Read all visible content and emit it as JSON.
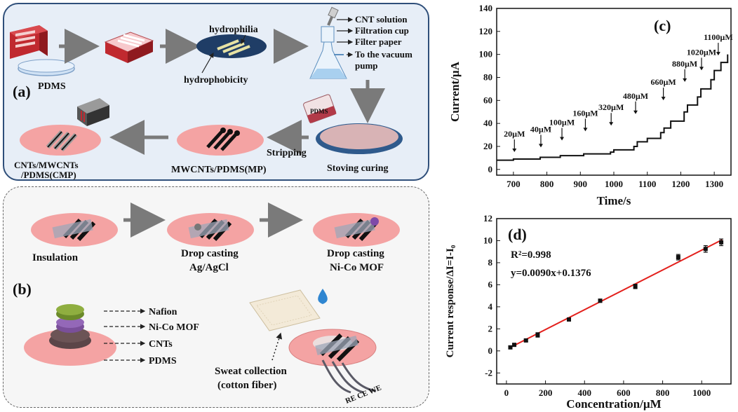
{
  "panel_a": {
    "tag": "(a)",
    "pdms": "PDMS",
    "hydrophilia": "hydrophilia",
    "hydrophobicity": "hydrophobicity",
    "legend": [
      "CNT solution",
      "Filtration cup",
      "Filter paper",
      "To the vacuum",
      "pump"
    ],
    "pdms_cup": "PDMS",
    "stoving": "Stoving curing",
    "stripping": "Stripping",
    "mp": "MWCNTs/PDMS(MP)",
    "cmp_line1": "CNTs/MWCNTs",
    "cmp_line2": "/PDMS(CMP)"
  },
  "panel_b": {
    "tag": "(b)",
    "step1": "Insulation",
    "step2_line1": "Drop casting",
    "step2_line2": "Ag/AgCl",
    "step3_line1": "Drop casting",
    "step3_line2": "Ni-Co MOF",
    "layers": [
      "Nafion",
      "Ni-Co MOF",
      "CNTs",
      "PDMS"
    ],
    "sweat_line1": "Sweat collection",
    "sweat_line2": "(cotton fiber)",
    "electrodes": "RE CE WE"
  },
  "colors": {
    "pink": "#f4a3a3",
    "red_brick": "#c0292f",
    "fit_line": "#e3201c",
    "panel_a_bg": "#e7eef7",
    "dark_blue_disc": "#1f3d66"
  },
  "chart_data": [
    {
      "type": "line",
      "tag": "(c)",
      "xlabel": "Time/s",
      "ylabel": "Current/µA",
      "xlim": [
        650,
        1350
      ],
      "ylim": [
        -5,
        140
      ],
      "xticks": [
        700,
        800,
        900,
        1000,
        1100,
        1200,
        1300
      ],
      "yticks": [
        0,
        20,
        40,
        60,
        80,
        100,
        120,
        140
      ],
      "x": [
        650,
        700,
        780,
        840,
        910,
        990,
        1000,
        1060,
        1070,
        1100,
        1140,
        1150,
        1170,
        1210,
        1220,
        1250,
        1260,
        1290,
        1300,
        1320,
        1340
      ],
      "y": [
        8,
        9,
        10.5,
        12,
        13.5,
        15,
        17,
        20,
        24,
        27,
        32,
        36,
        42,
        50,
        56,
        63,
        70,
        78,
        86,
        93,
        100
      ],
      "annotations": [
        {
          "label": "20µM",
          "x": 703,
          "y": 20
        },
        {
          "label": "40µM",
          "x": 782,
          "y": 24
        },
        {
          "label": "100µM",
          "x": 845,
          "y": 30
        },
        {
          "label": "160µM",
          "x": 915,
          "y": 38
        },
        {
          "label": "320µM",
          "x": 992,
          "y": 43
        },
        {
          "label": "480µM",
          "x": 1065,
          "y": 53
        },
        {
          "label": "660µM",
          "x": 1148,
          "y": 65
        },
        {
          "label": "880µM",
          "x": 1212,
          "y": 81
        },
        {
          "label": "1020µM",
          "x": 1262,
          "y": 91
        },
        {
          "label": "1100µM",
          "x": 1312,
          "y": 104
        }
      ]
    },
    {
      "type": "scatter",
      "tag": "(d)",
      "xlabel": "Concentration/µM",
      "ylabel": "Current response/ΔI=I-I₀",
      "xlim": [
        -50,
        1150
      ],
      "ylim": [
        -3,
        12
      ],
      "xticks": [
        0,
        200,
        400,
        600,
        800,
        1000
      ],
      "yticks": [
        -2,
        0,
        2,
        4,
        6,
        8,
        10,
        12
      ],
      "x": [
        20,
        40,
        100,
        160,
        320,
        480,
        660,
        880,
        1020,
        1100
      ],
      "y": [
        0.32,
        0.55,
        0.95,
        1.45,
        2.85,
        4.55,
        5.85,
        8.5,
        9.25,
        9.85
      ],
      "err": [
        0.12,
        0.1,
        0.12,
        0.2,
        0.12,
        0.15,
        0.2,
        0.25,
        0.3,
        0.3
      ],
      "fit": {
        "slope": 0.009,
        "intercept": 0.1376
      },
      "annotations": [
        "R²=0.998",
        "y=0.0090x+0.1376"
      ]
    }
  ]
}
